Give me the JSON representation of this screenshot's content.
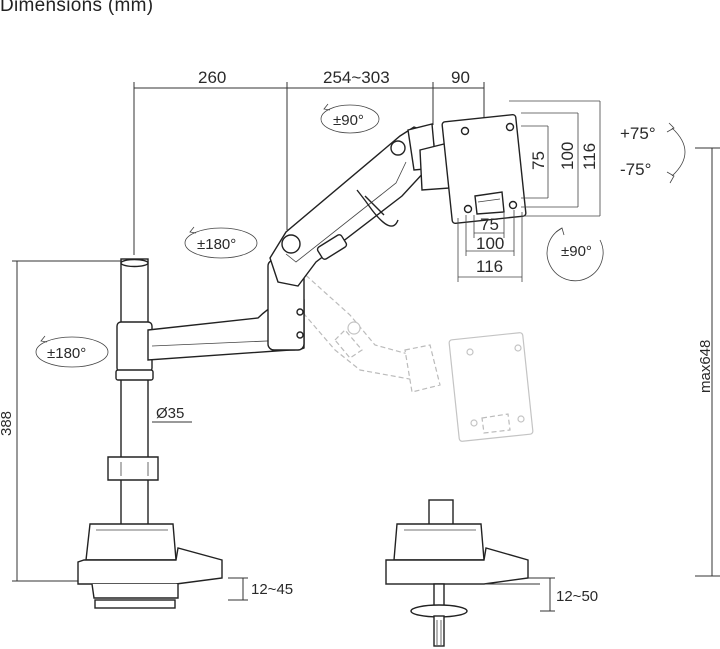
{
  "title": "Dimensions (mm)",
  "dimensions": {
    "pole_to_joint": "260",
    "arm_extension": "254~303",
    "head_offset": "90",
    "vesa_inner_h": "75",
    "vesa_mid_h": "100",
    "vesa_outer_h": "116",
    "vesa_inner_w": "75",
    "vesa_mid_w": "100",
    "vesa_outer_w": "116",
    "pole_height": "388",
    "pole_diameter": "Ø35",
    "max_height": "max648",
    "clamp_thickness_a": "12~45",
    "clamp_thickness_b": "12~50"
  },
  "rotations": {
    "head_swivel": "±90°",
    "arm_swivel": "±180°",
    "base_swivel": "±180°",
    "tilt_up": "+75°",
    "tilt_down": "-75°",
    "rotate": "±90°"
  }
}
